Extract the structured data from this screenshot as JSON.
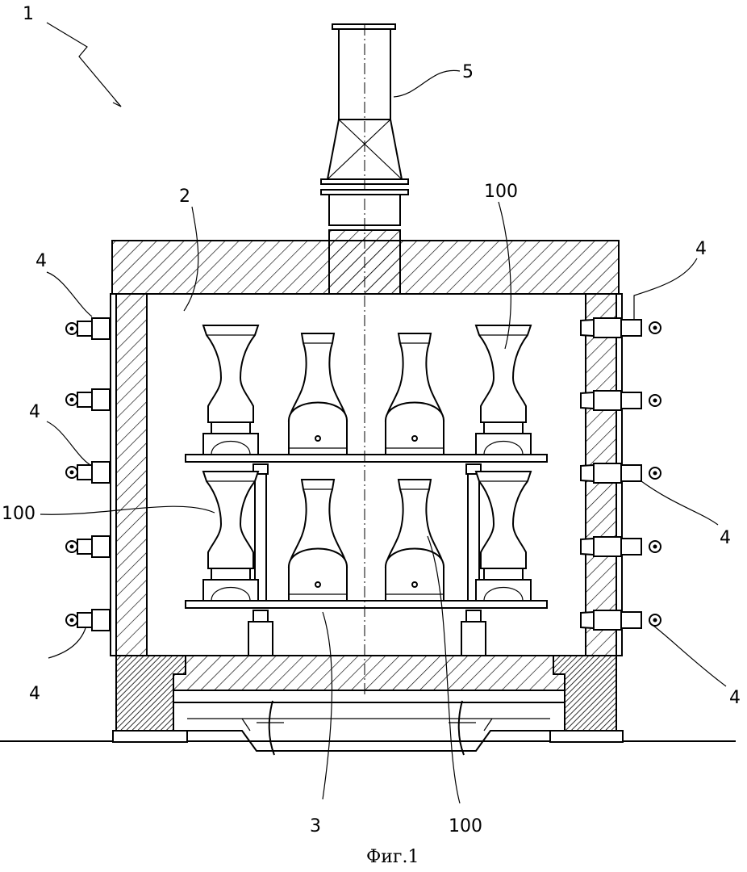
{
  "figure": {
    "caption": "Фиг.1",
    "labels": {
      "assembly": "1",
      "chamber": "2",
      "rack": "3",
      "nozzle": "4",
      "exhaust": "5",
      "item": "100"
    }
  }
}
